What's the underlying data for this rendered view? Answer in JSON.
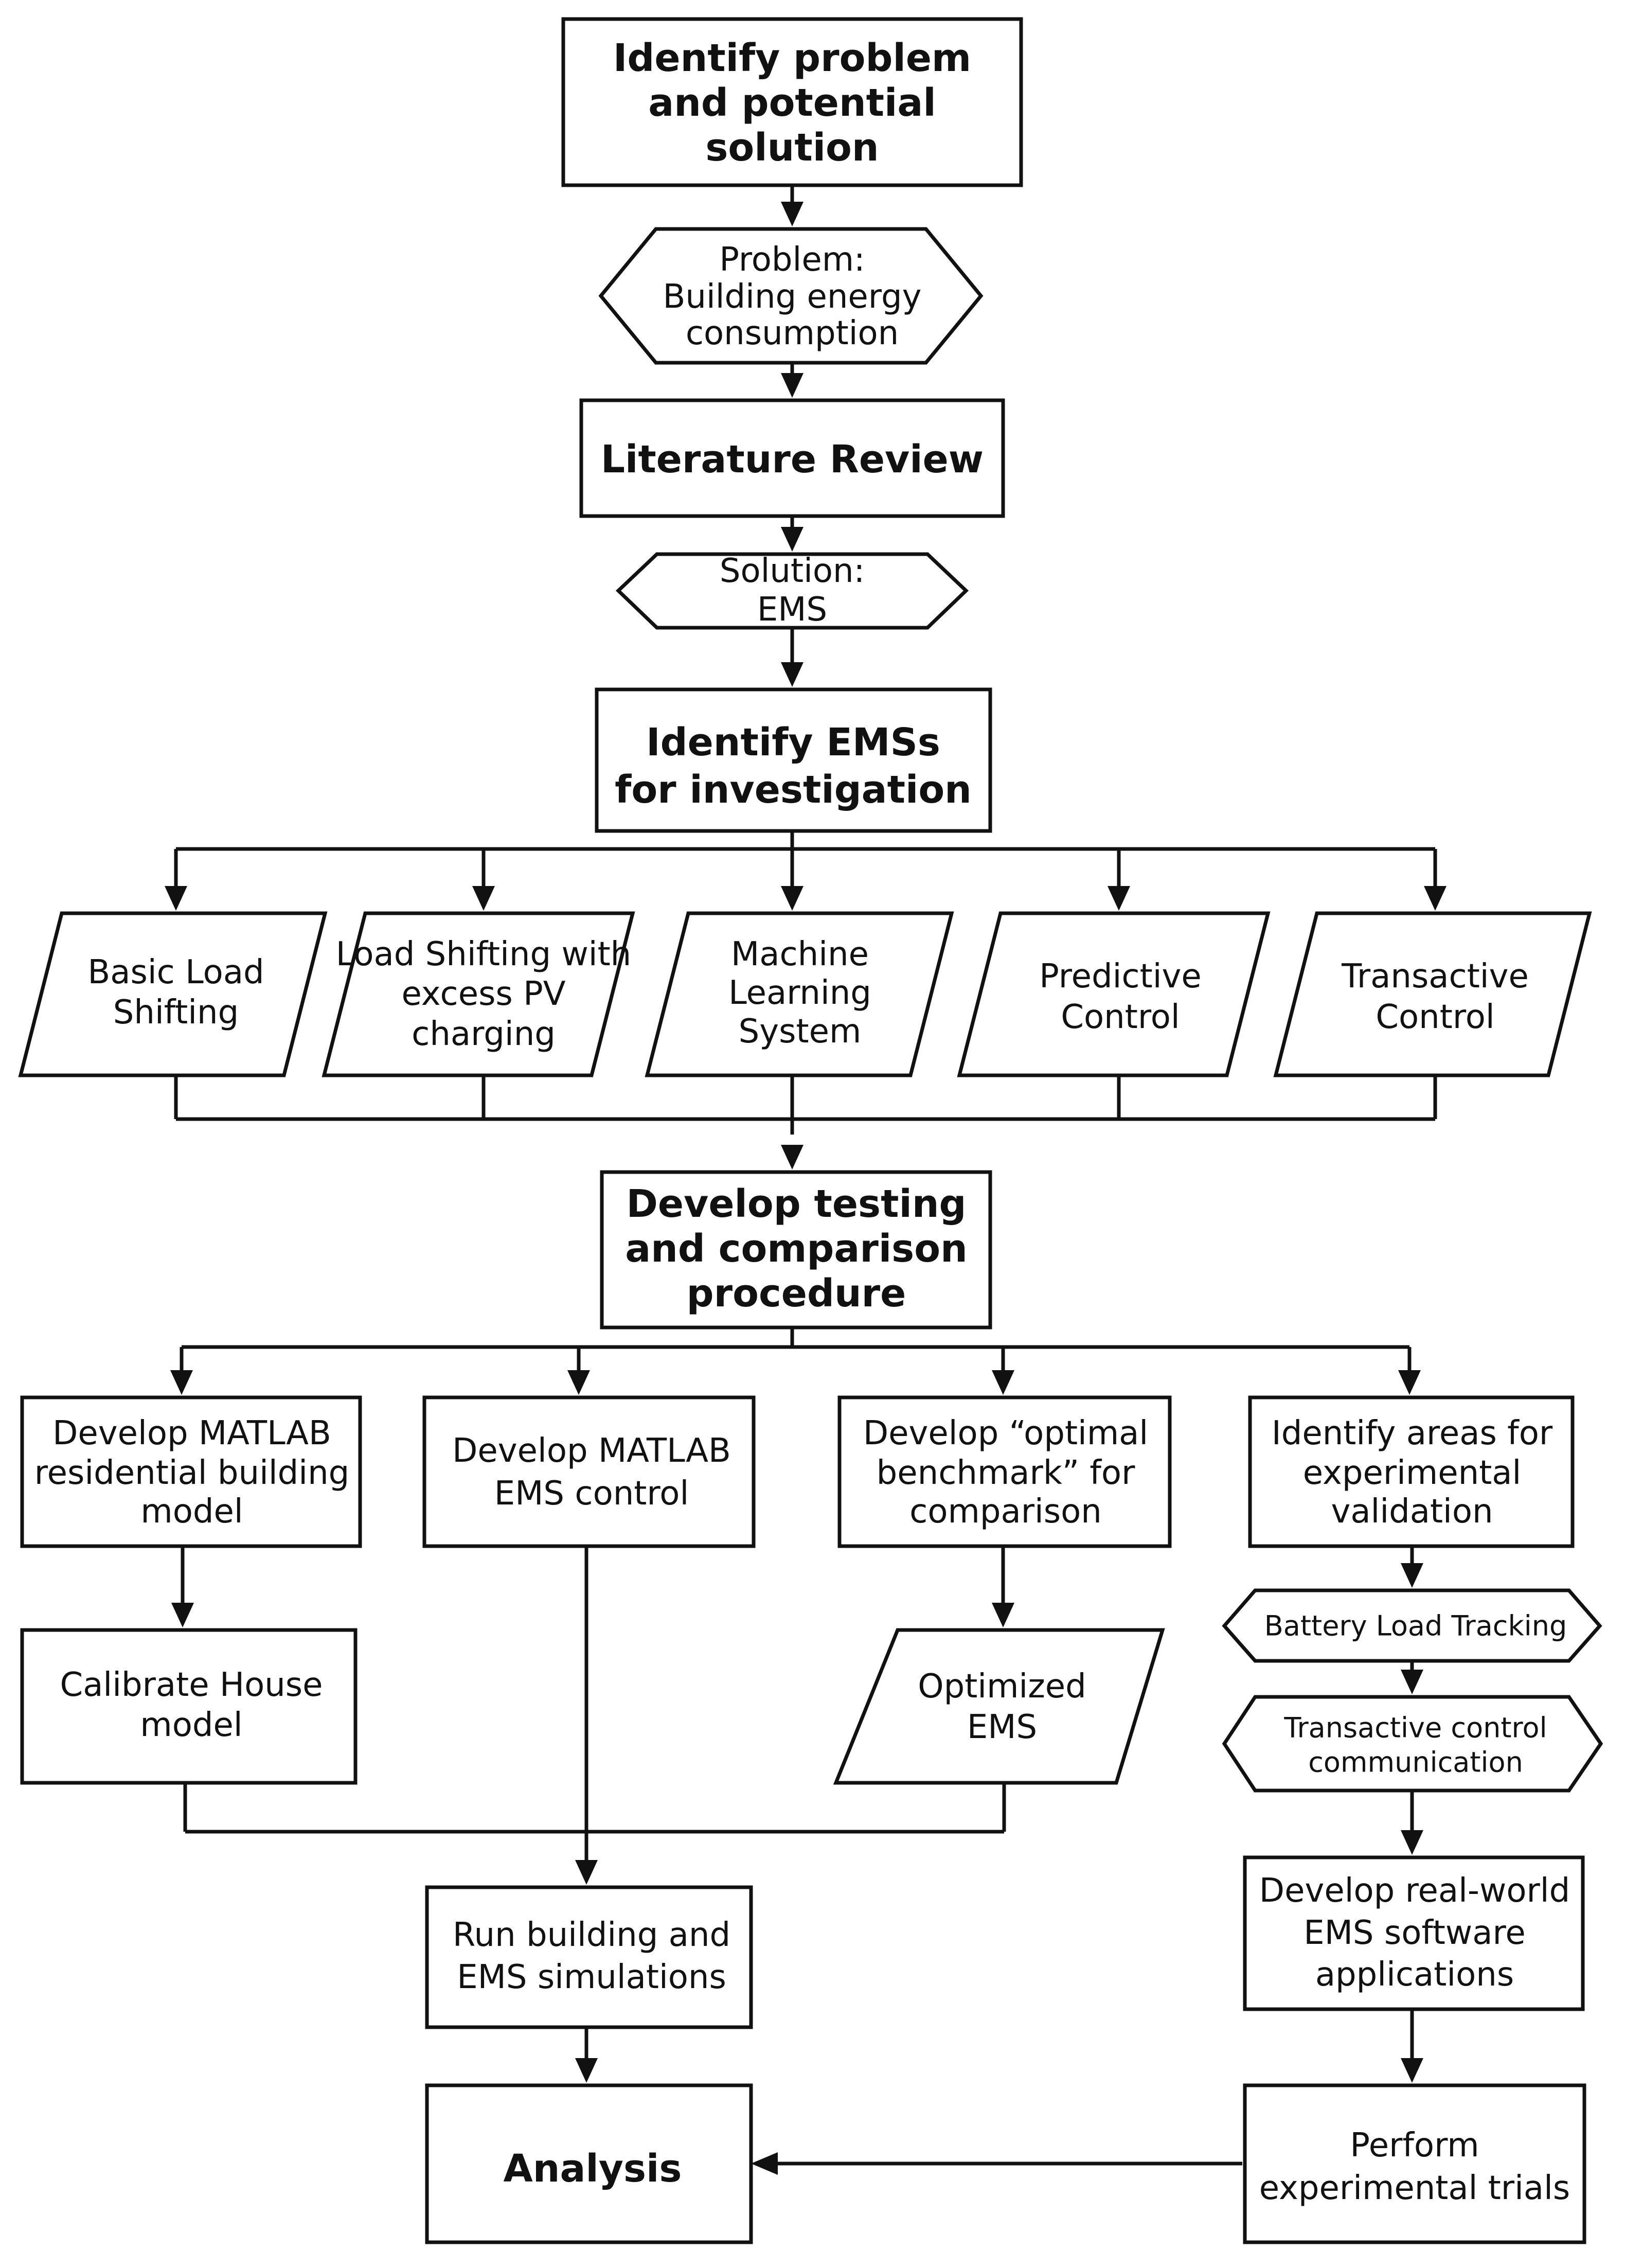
{
  "nodes": {
    "identify_problem": [
      "Identify problem",
      "and potential",
      "solution"
    ],
    "problem": [
      "Problem:",
      "Building energy",
      "consumption"
    ],
    "literature_review": [
      "Literature Review"
    ],
    "solution": [
      "Solution:",
      "EMS"
    ],
    "identify_emss": [
      "Identify EMSs",
      "for investigation"
    ],
    "basic_load_shifting": [
      "Basic Load",
      "Shifting"
    ],
    "load_shifting_pv": [
      "Load Shifting with",
      "excess PV",
      "charging"
    ],
    "machine_learning": [
      "Machine",
      "Learning",
      "System"
    ],
    "predictive_control": [
      "Predictive",
      "Control"
    ],
    "transactive_control": [
      "Transactive",
      "Control"
    ],
    "develop_testing": [
      "Develop testing",
      "and comparison",
      "procedure"
    ],
    "matlab_building_model": [
      "Develop MATLAB",
      "residential building",
      "model"
    ],
    "matlab_ems_control": [
      "Develop MATLAB",
      "EMS control"
    ],
    "optimal_benchmark": [
      "Develop “optimal",
      "benchmark” for",
      "comparison"
    ],
    "experimental_validation": [
      "Identify areas for",
      "experimental",
      "validation"
    ],
    "calibrate_house": [
      "Calibrate House",
      "model"
    ],
    "optimized_ems": [
      "Optimized",
      "EMS"
    ],
    "battery_load_tracking": [
      "Battery Load Tracking"
    ],
    "transactive_communication": [
      "Transactive control",
      "communication"
    ],
    "real_world_ems": [
      "Develop real-world",
      "EMS software",
      "applications"
    ],
    "run_simulations": [
      "Run building and",
      "EMS simulations"
    ],
    "perform_trials": [
      "Perform",
      "experimental trials"
    ],
    "analysis": [
      "Analysis"
    ]
  }
}
